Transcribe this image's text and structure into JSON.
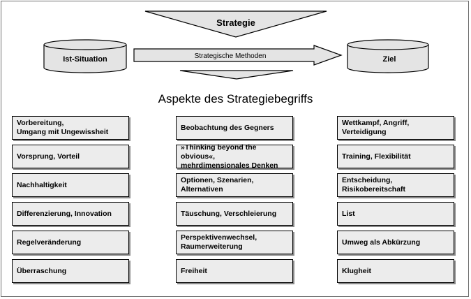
{
  "header": {
    "strategy_label": "Strategie",
    "current_state_label": "Ist-Situation",
    "methods_label": "Strategische Methoden",
    "goal_label": "Ziel"
  },
  "heading": "Aspekte des Strategiebegriffs",
  "columns": [
    [
      "Vorbereitung,\nUmgang mit Ungewissheit",
      "Vorsprung, Vorteil",
      "Nachhaltigkeit",
      "Differenzierung, Innovation",
      "Regelveränderung",
      "Überraschung"
    ],
    [
      "Beobachtung des Gegners",
      "»Thinking beyond the obvious«,\nmehrdimensionales Denken",
      "Optionen, Szenarien,\nAlternativen",
      "Täuschung, Verschleierung",
      "Perspektivenwechsel,\nRaumerweiterung",
      "Freiheit"
    ],
    [
      "Wettkampf, Angriff,\nVerteidigung",
      "Training, Flexibilität",
      "Entscheidung, Risikobereitschaft",
      "List",
      "Umweg als Abkürzung",
      "Klugheit"
    ]
  ]
}
